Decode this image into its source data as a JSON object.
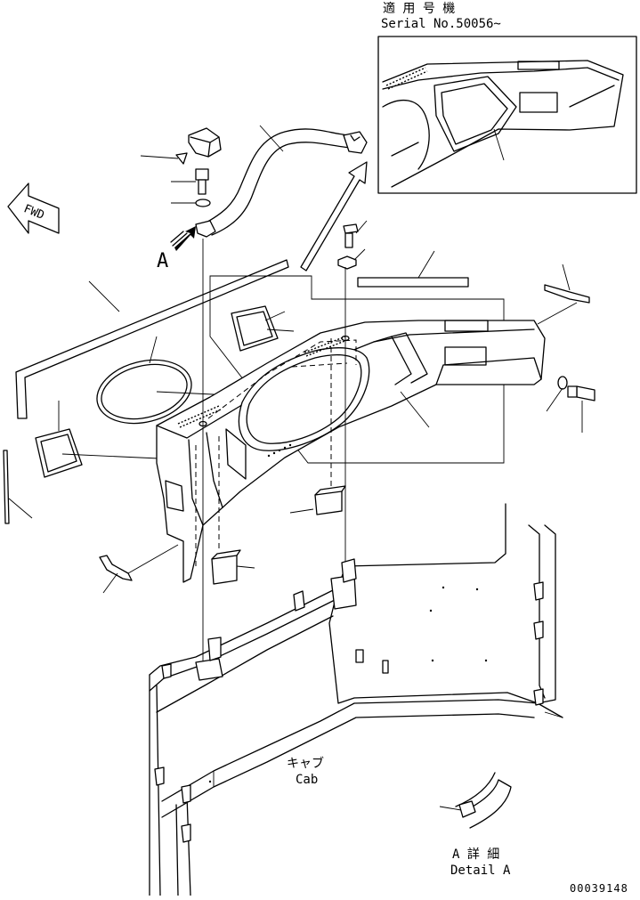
{
  "serial_label_jp": "適 用 号 機",
  "serial_label_en": "Serial No.50056~",
  "fwd_label": "FWD",
  "view_marker": "A",
  "cab_label_jp": "キャブ",
  "cab_label_en": "Cab",
  "detail_label_jp": "A 詳 細",
  "detail_label_en": "Detail A",
  "drawing_number": "00039148",
  "icons": [
    "fwd-arrow-icon",
    "view-direction-arrow-icon"
  ]
}
